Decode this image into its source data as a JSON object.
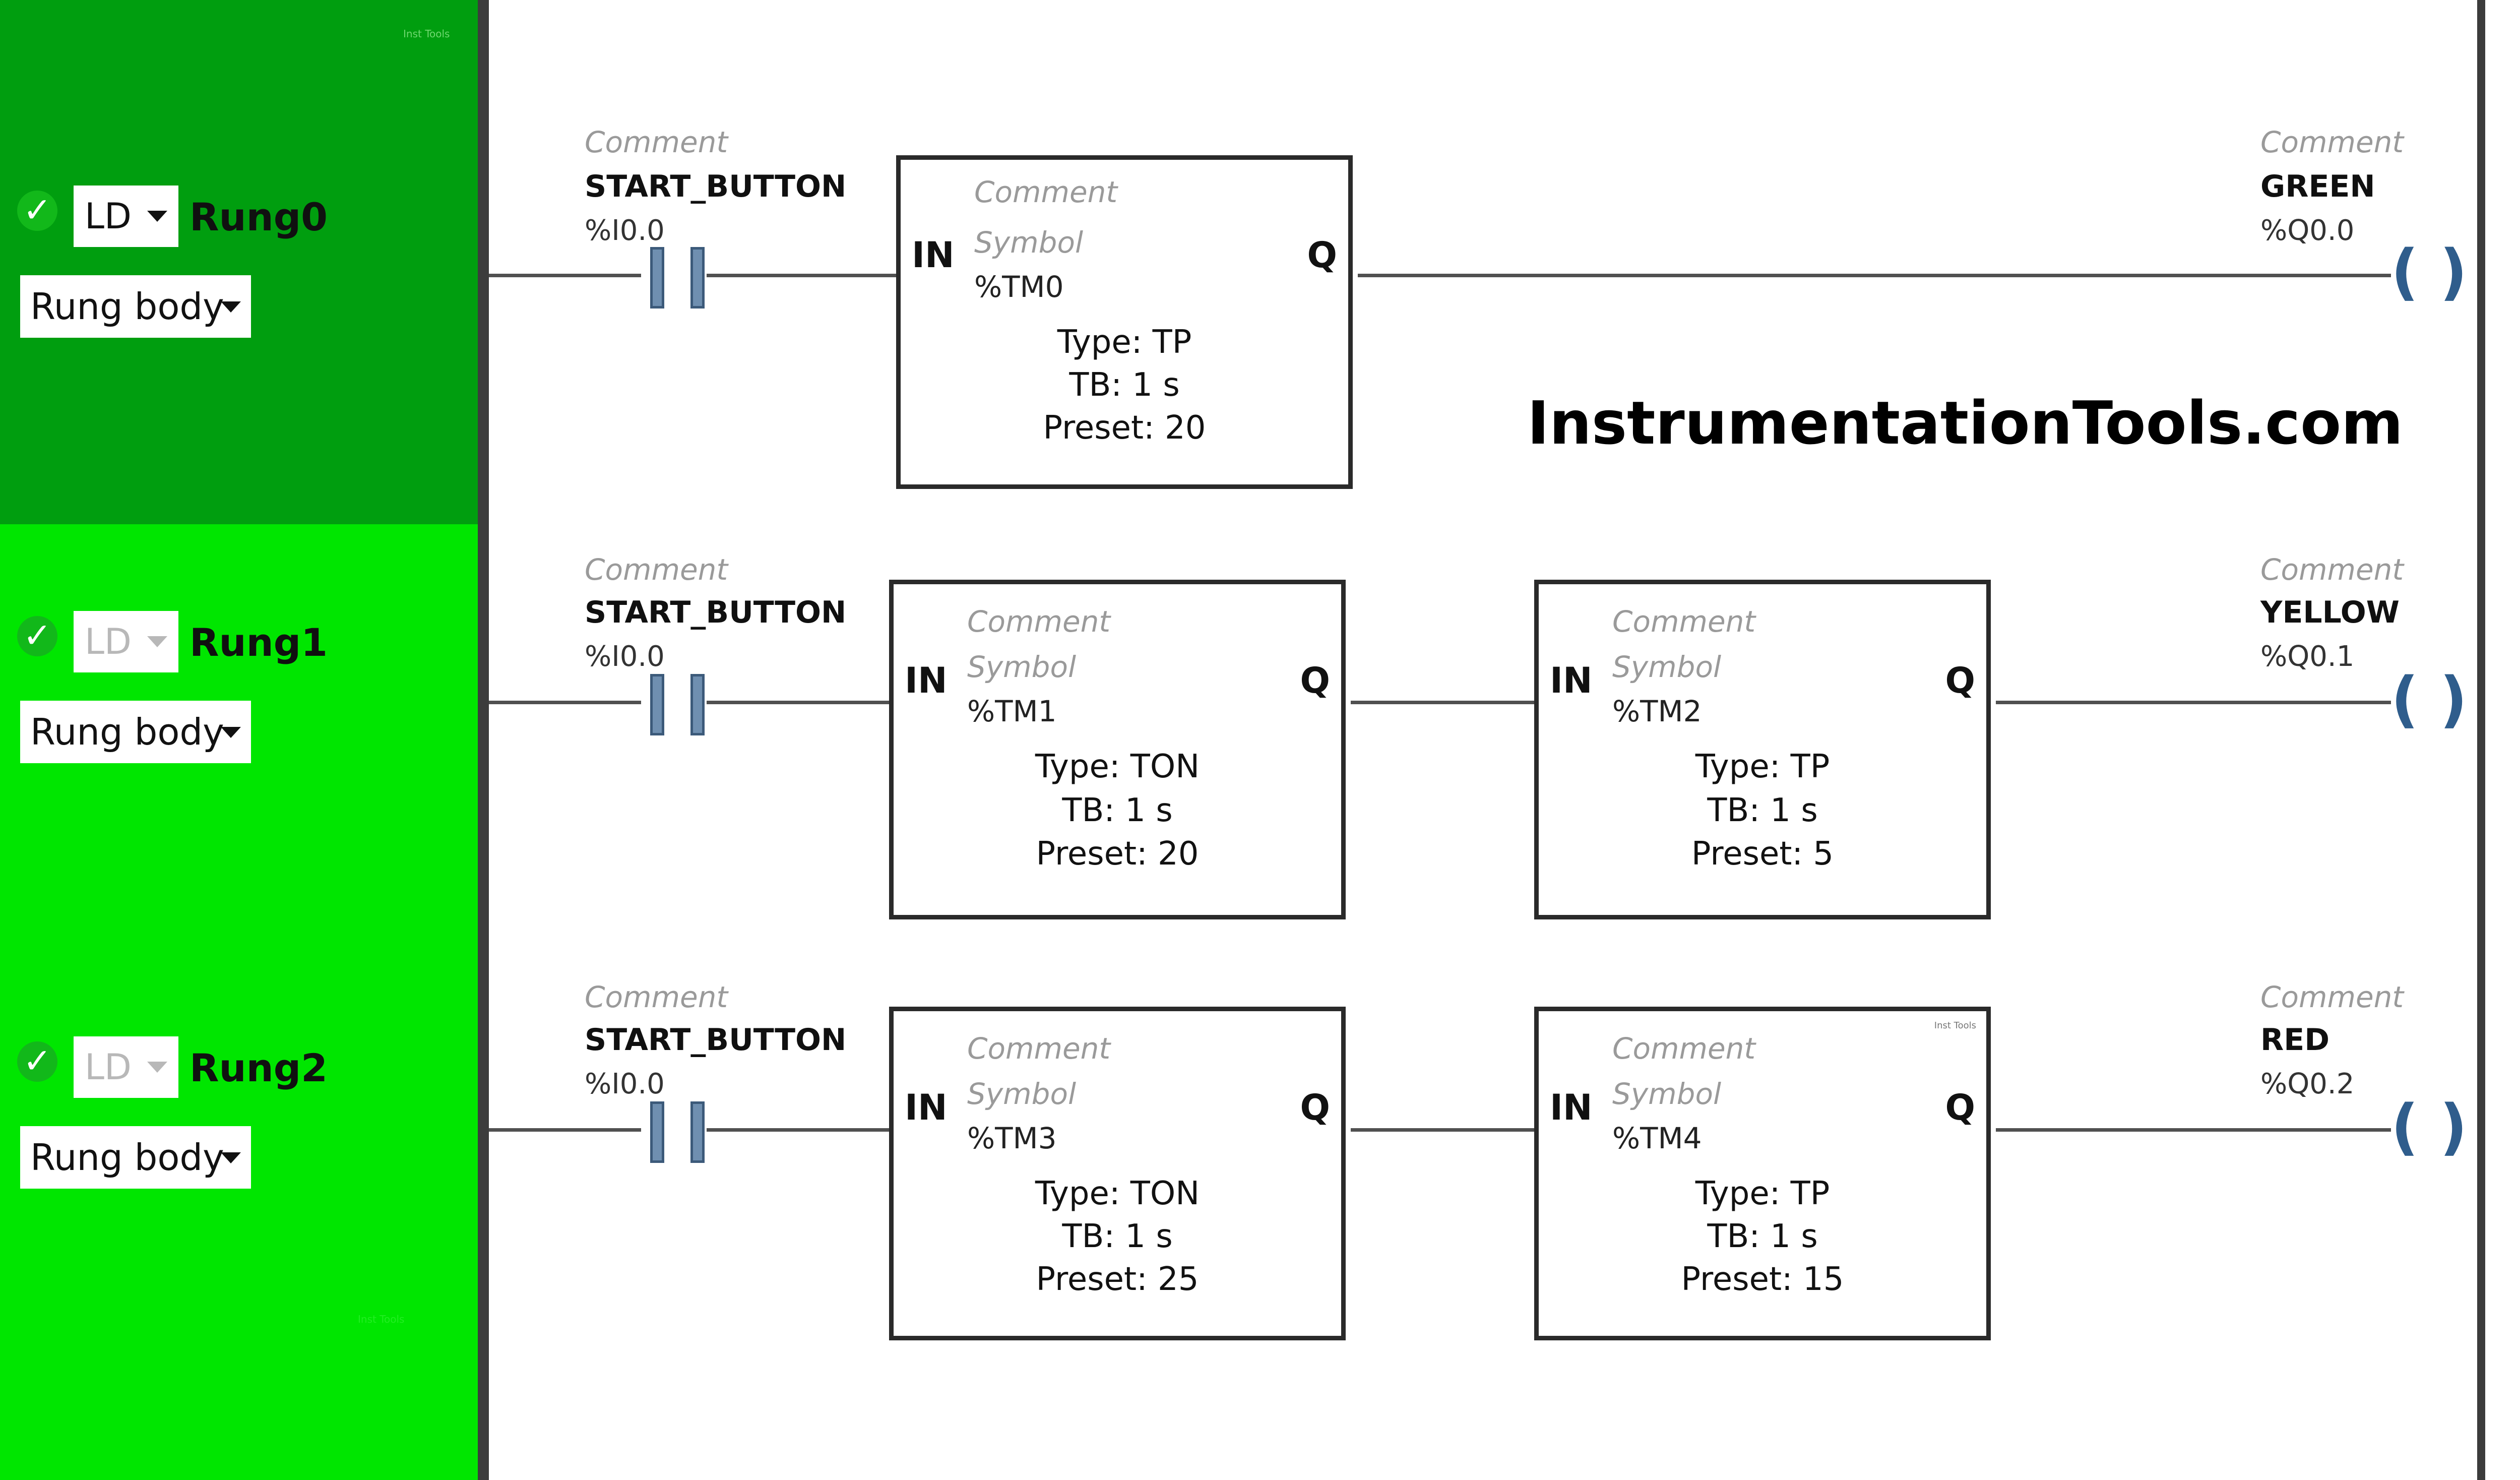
{
  "panel": {
    "rungs": [
      {
        "name": "Rung0",
        "lang": "LD",
        "body": "Rung body",
        "color": "#009e0f"
      },
      {
        "name": "Rung1",
        "lang": "LD",
        "body": "Rung body",
        "color": "#00e600"
      },
      {
        "name": "Rung2",
        "lang": "LD",
        "body": "Rung body",
        "color": "#00e600"
      }
    ],
    "marks": [
      "Inst Tools",
      "Inst Tools",
      "Inst Tools"
    ]
  },
  "ladder": {
    "comment_label": "Comment",
    "symbol_label": "Symbol",
    "in_label": "IN",
    "q_label": "Q",
    "contacts": [
      {
        "name": "START_BUTTON",
        "addr": "%I0.0"
      },
      {
        "name": "START_BUTTON",
        "addr": "%I0.0"
      },
      {
        "name": "START_BUTTON",
        "addr": "%I0.0"
      }
    ],
    "coils": [
      {
        "name": "GREEN",
        "addr": "%Q0.0",
        "symbol": "( )"
      },
      {
        "name": "YELLOW",
        "addr": "%Q0.1",
        "symbol": "( )"
      },
      {
        "name": "RED",
        "addr": "%Q0.2",
        "symbol": "( )"
      }
    ],
    "timers": [
      {
        "addr": "%TM0",
        "type": "Type: TP",
        "tb": "TB: 1 s",
        "preset": "Preset: 20"
      },
      {
        "addr": "%TM1",
        "type": "Type: TON",
        "tb": "TB: 1 s",
        "preset": "Preset: 20"
      },
      {
        "addr": "%TM2",
        "type": "Type: TP",
        "tb": "TB: 1 s",
        "preset": "Preset: 5"
      },
      {
        "addr": "%TM3",
        "type": "Type: TON",
        "tb": "TB: 1 s",
        "preset": "Preset: 25"
      },
      {
        "addr": "%TM4",
        "type": "Type: TP",
        "tb": "TB: 1 s",
        "preset": "Preset: 15"
      }
    ]
  },
  "watermark": "InstrumentationTools.com",
  "check_symbol": "✓"
}
